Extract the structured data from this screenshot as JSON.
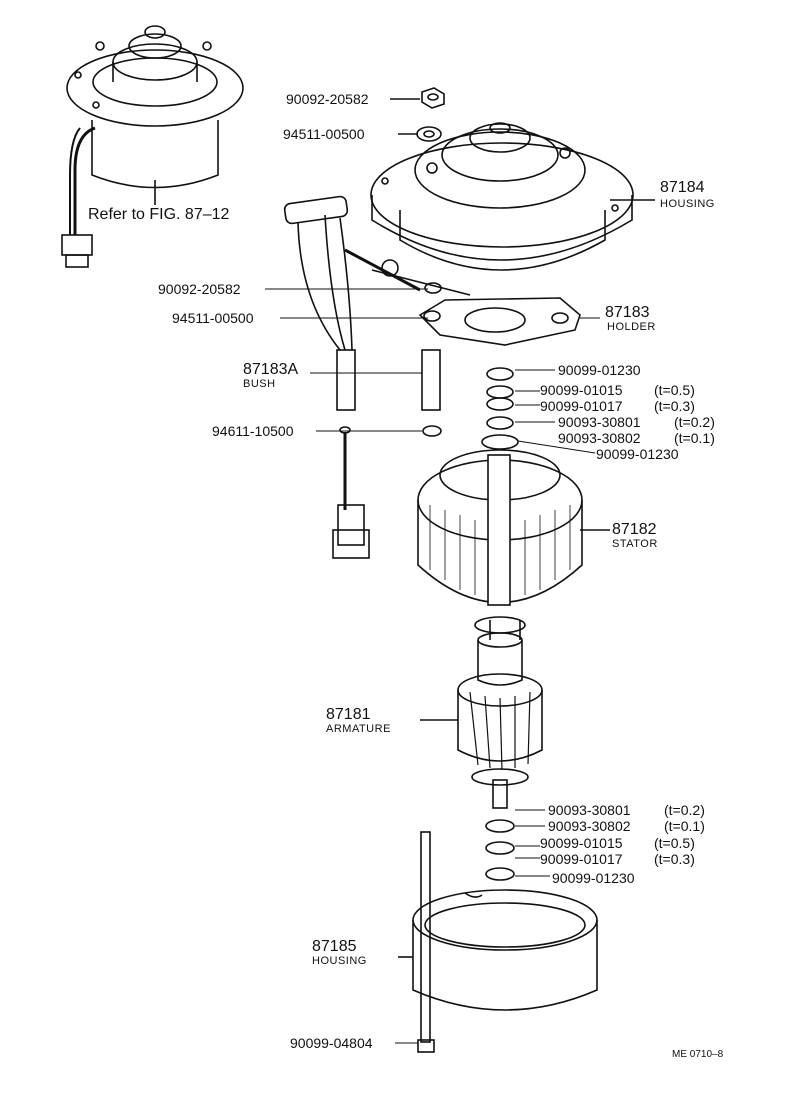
{
  "diagram": {
    "reference": "Refer to FIG. 87–12",
    "code": "ME 0710–8",
    "parts": [
      {
        "pn": "90092-20582"
      },
      {
        "pn": "94511-00500"
      },
      {
        "pn": "87184",
        "name": "HOUSING"
      },
      {
        "pn": "90092-20582"
      },
      {
        "pn": "94511-00500"
      },
      {
        "pn": "87183",
        "name": "HOLDER"
      },
      {
        "pn": "87183A",
        "name": "BUSH"
      },
      {
        "pn": "90099-01230"
      },
      {
        "pn": "90099-01015",
        "note": "(t=0.5)"
      },
      {
        "pn": "90099-01017",
        "note": "(t=0.3)"
      },
      {
        "pn": "90093-30801",
        "note": "(t=0.2)"
      },
      {
        "pn": "90093-30802",
        "note": "(t=0.1)"
      },
      {
        "pn": "90099-01230"
      },
      {
        "pn": "94611-10500"
      },
      {
        "pn": "87182",
        "name": "STATOR"
      },
      {
        "pn": "87181",
        "name": "ARMATURE"
      },
      {
        "pn": "90093-30801",
        "note": "(t=0.2)"
      },
      {
        "pn": "90093-30802",
        "note": "(t=0.1)"
      },
      {
        "pn": "90099-01015",
        "note": "(t=0.5)"
      },
      {
        "pn": "90099-01017",
        "note": "(t=0.3)"
      },
      {
        "pn": "90099-01230"
      },
      {
        "pn": "87185",
        "name": "HOUSING"
      },
      {
        "pn": "90099-04804"
      }
    ]
  }
}
